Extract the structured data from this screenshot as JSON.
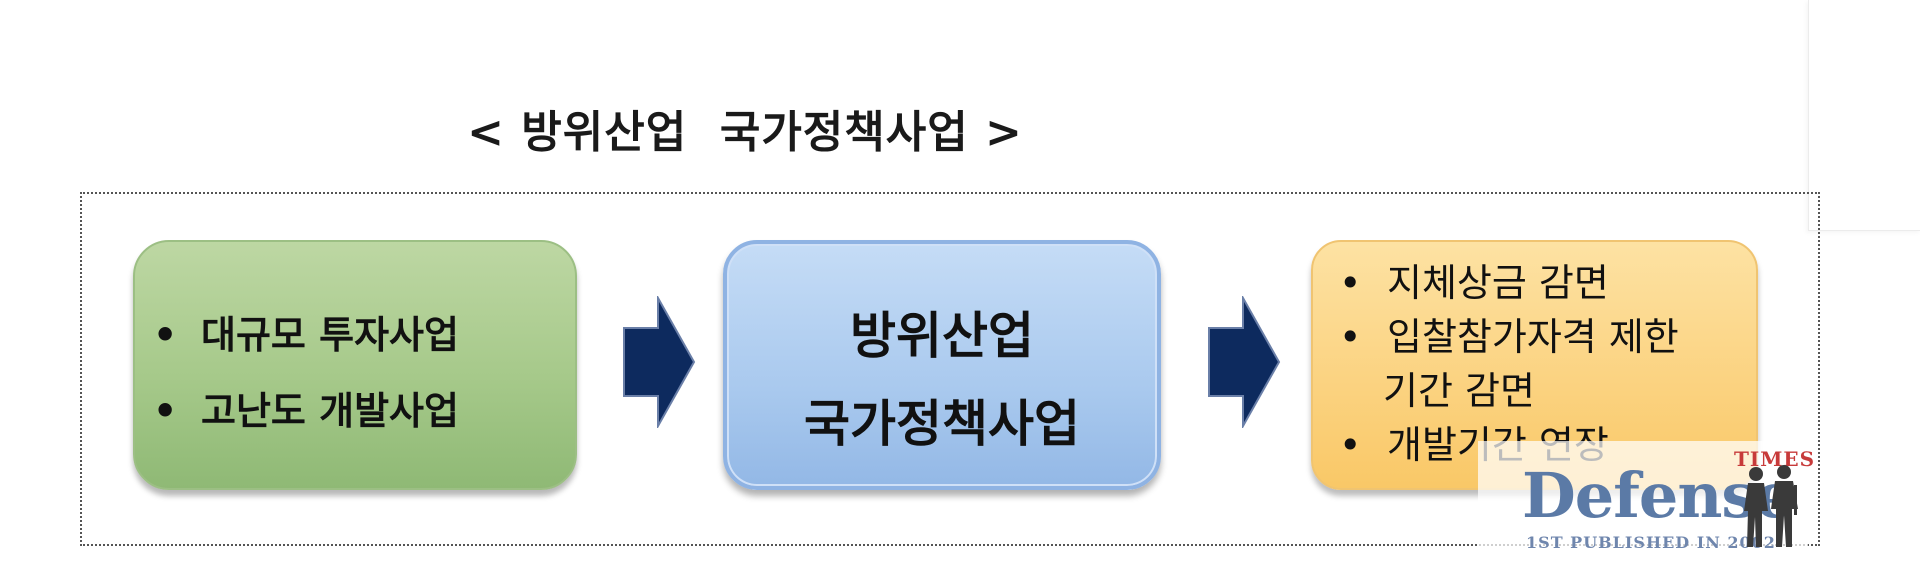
{
  "title": "< 방위산업  국가정책사업 >",
  "left_box": {
    "bullet": "•",
    "items": [
      "대규모 투자사업",
      "고난도 개발사업"
    ],
    "color": "#a6c98a"
  },
  "center_box": {
    "lines": [
      "방위산업",
      "국가정책사업"
    ],
    "color": "#a9c9ee"
  },
  "right_box": {
    "bullet": "•",
    "items": [
      "지체상금 감면",
      "입찰참가자격 제한",
      "기간 감면",
      "개발기간 연장"
    ],
    "color": "#fbd27f"
  },
  "arrow_color": "#0d2a5e",
  "watermark": {
    "times": "TIMES",
    "brand": "Defense",
    "tagline": "1ST PUBLISHED IN 2002"
  }
}
